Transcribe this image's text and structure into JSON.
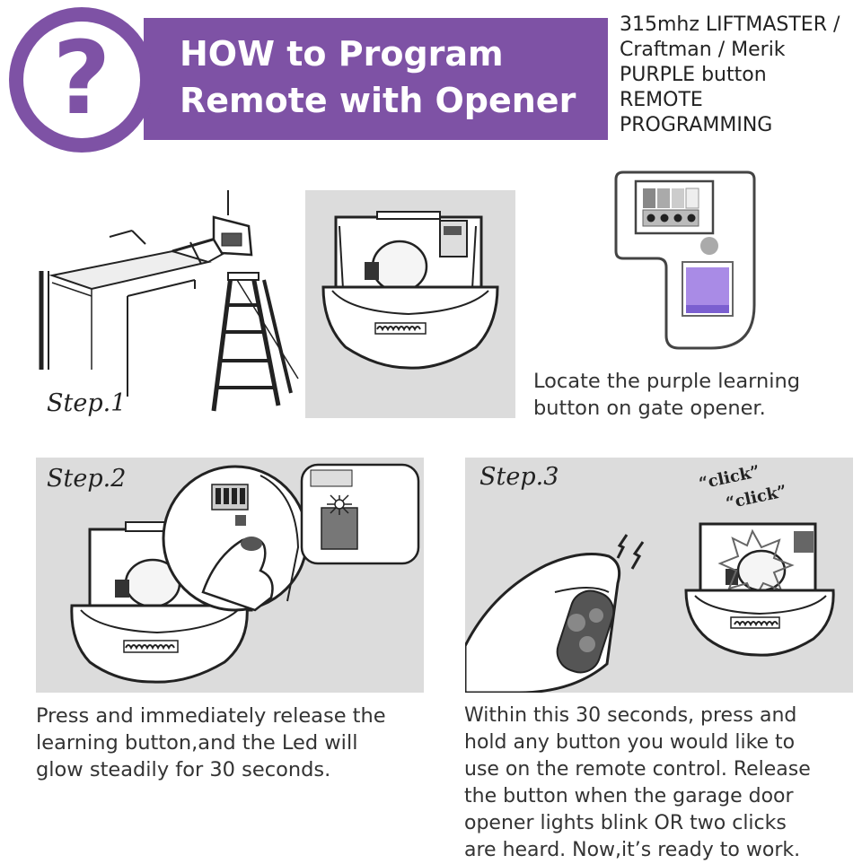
{
  "header": {
    "icon": "question-mark-icon",
    "icon_glyph": "?",
    "title_line1": "HOW to Program",
    "title_line2": "Remote with Opener",
    "brand_color": "#7e52a5",
    "subtitle_lines": [
      "315mhz LIFTMASTER /",
      "Craftman / Merik",
      "PURPLE button",
      "REMOTE",
      "PROGRAMMING"
    ]
  },
  "steps": {
    "step1": {
      "label": "Step.1"
    },
    "step2": {
      "label": "Step.2"
    },
    "step3": {
      "label": "Step.3",
      "click_1": "“click”",
      "click_2": "“click”"
    }
  },
  "descriptions": {
    "locate": [
      "Locate the purple learning",
      "button on gate opener."
    ],
    "step2": [
      "Press and immediately release the",
      "learning button,and the Led will",
      "glow steadily for 30 seconds."
    ],
    "step3": [
      "Within this 30 seconds, press and",
      "hold any button you would like to",
      "use on the remote control. Release",
      "the button when the garage door",
      "opener lights blink OR two clicks",
      "are heard. Now,it’s ready to work."
    ]
  },
  "colors": {
    "panel_bg": "#dcdcdc",
    "learn_button": "#a98be6",
    "learn_button_edge": "#7b5fd0"
  }
}
